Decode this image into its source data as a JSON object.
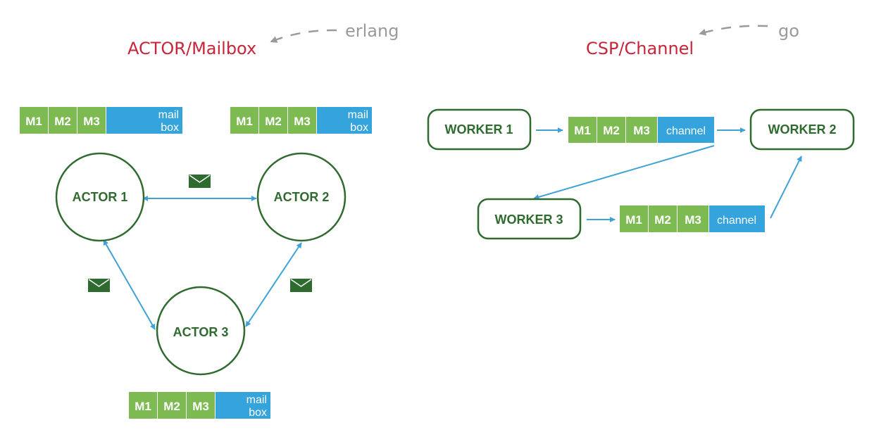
{
  "titles": {
    "actor_model": "ACTOR/Mailbox",
    "csp_model": "CSP/Channel"
  },
  "notes": {
    "actor_language": "erlang",
    "csp_language": "go"
  },
  "actors": [
    {
      "label": "ACTOR 1"
    },
    {
      "label": "ACTOR 2"
    },
    {
      "label": "ACTOR 3"
    }
  ],
  "workers": [
    {
      "label": "WORKER 1"
    },
    {
      "label": "WORKER 2"
    },
    {
      "label": "WORKER 3"
    }
  ],
  "mailbox": {
    "messages": [
      "M1",
      "M2",
      "M3"
    ],
    "label_line1": "mail",
    "label_line2": "box"
  },
  "channel": {
    "messages": [
      "M1",
      "M2",
      "M3"
    ],
    "label": "channel"
  },
  "colors": {
    "title": "#c8243a",
    "note": "#9a9a9a",
    "node_border": "#2f6b2f",
    "node_text": "#2f6b2f",
    "message_cell": "#7dbb52",
    "queue_cell": "#35a4dc",
    "arrow": "#3ea2d8",
    "envelope": "#2f6b2f"
  },
  "icons": [
    "envelope-icon"
  ]
}
